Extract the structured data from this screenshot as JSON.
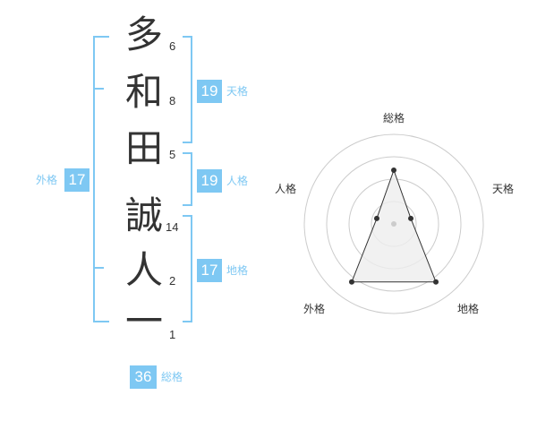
{
  "characters": [
    {
      "char": "多",
      "strokes": "6"
    },
    {
      "char": "和",
      "strokes": "8"
    },
    {
      "char": "田",
      "strokes": "5"
    },
    {
      "char": "誠",
      "strokes": "14"
    },
    {
      "char": "人",
      "strokes": "2"
    },
    {
      "char": "一",
      "strokes": "1"
    }
  ],
  "fortunes": {
    "tenkaku": {
      "value": "19",
      "label": "天格"
    },
    "jinkaku": {
      "value": "19",
      "label": "人格"
    },
    "chikaku": {
      "value": "17",
      "label": "地格"
    },
    "gaikaku": {
      "value": "17",
      "label": "外格"
    },
    "soukaku": {
      "value": "36",
      "label": "総格"
    }
  },
  "radar": {
    "axes": [
      "総格",
      "天格",
      "地格",
      "外格",
      "人格"
    ],
    "levels": 4,
    "values": [
      3,
      1,
      4,
      4,
      1
    ],
    "max": 5,
    "colors": {
      "line": "#333333",
      "fill": "#eeeeee",
      "grid": "#cccccc",
      "center": "#cccccc"
    }
  },
  "colors": {
    "accent": "#7ec8f3",
    "text": "#333333"
  }
}
